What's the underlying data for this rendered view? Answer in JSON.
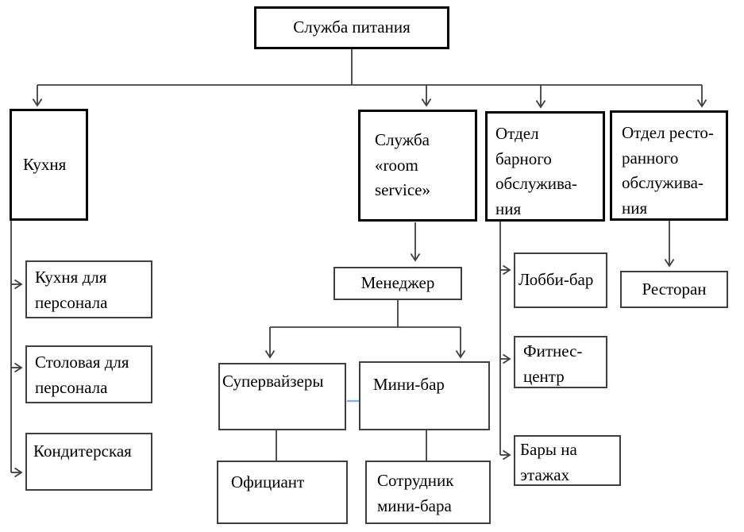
{
  "diagram": {
    "title": "Служба питания",
    "nodes": {
      "food_service": "Служба питания",
      "kitchen": "Кухня",
      "room_service": "Служба\n«room\nservice»",
      "bar_department": "Отдел\nбарного\nобслужива-\nния",
      "restaurant_department": "Отдел ресто-\nранного\nобслужива-\nния",
      "staff_kitchen": "Кухня для\nперсонала",
      "staff_canteen": "Столовая для\nперсонала",
      "confectionery": "Кондитерская",
      "manager": "Менеджер",
      "supervisors": "Супервайзеры",
      "minibar": "Мини-бар",
      "waiter": "Официант",
      "minibar_employee": "Сотрудник\nмини-бара",
      "lobby_bar": "Лобби-бар",
      "fitness_center": "Фитнес-\nцентр",
      "floor_bars": "Бары на\nэтажах",
      "restaurant": "Ресторан"
    },
    "colors": {
      "background": "#ffffff",
      "main_box_border": "#000000",
      "sub_box_border": "#3f3f3f",
      "connector": "#3f3f3f",
      "accent_connector": "#8eaadb",
      "text": "#000000"
    }
  }
}
